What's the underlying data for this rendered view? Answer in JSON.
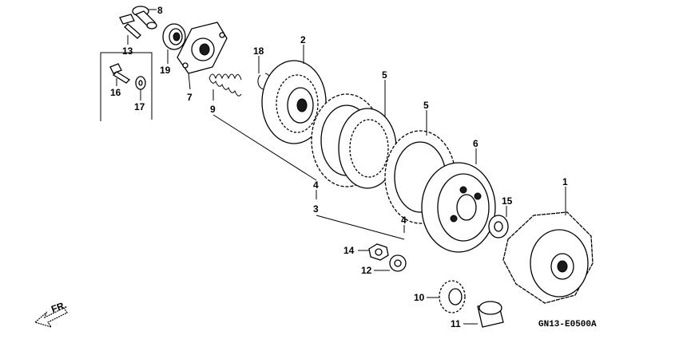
{
  "diagram": {
    "catalog_code": "GN13-E0500A",
    "direction_arrow": {
      "label": "FR.",
      "icon": "front-arrow-icon"
    },
    "callouts": [
      {
        "id": "8",
        "text": "8"
      },
      {
        "id": "13",
        "text": "13"
      },
      {
        "id": "19",
        "text": "19"
      },
      {
        "id": "7",
        "text": "7"
      },
      {
        "id": "16",
        "text": "16"
      },
      {
        "id": "17",
        "text": "17"
      },
      {
        "id": "18",
        "text": "18"
      },
      {
        "id": "2",
        "text": "2"
      },
      {
        "id": "9",
        "text": "9"
      },
      {
        "id": "5a",
        "text": "5"
      },
      {
        "id": "5b",
        "text": "5"
      },
      {
        "id": "6",
        "text": "6"
      },
      {
        "id": "4a",
        "text": "4"
      },
      {
        "id": "3",
        "text": "3"
      },
      {
        "id": "4b",
        "text": "4"
      },
      {
        "id": "15",
        "text": "15"
      },
      {
        "id": "1",
        "text": "1"
      },
      {
        "id": "14",
        "text": "14"
      },
      {
        "id": "12",
        "text": "12"
      },
      {
        "id": "10",
        "text": "10"
      },
      {
        "id": "11",
        "text": "11"
      }
    ]
  }
}
